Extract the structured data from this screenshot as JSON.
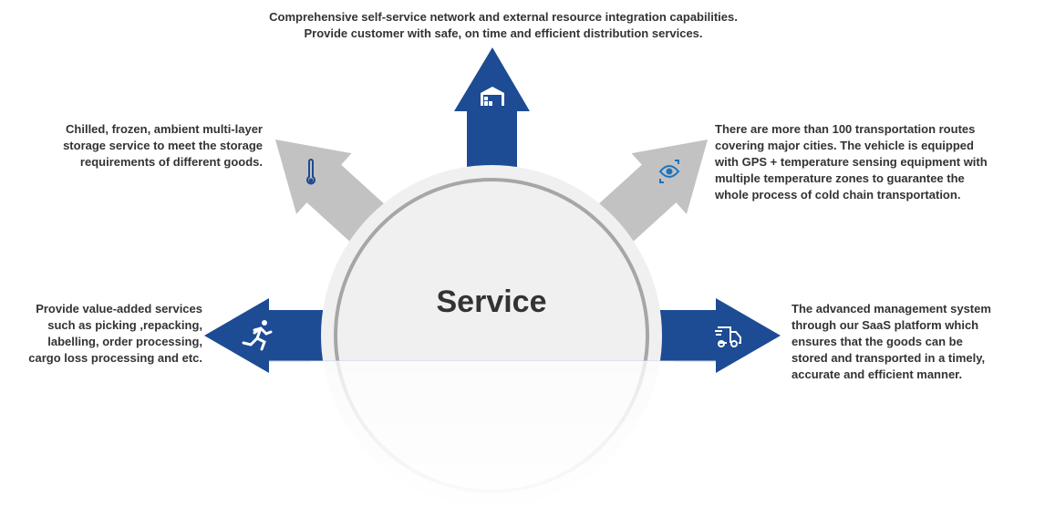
{
  "center_label": "Service",
  "colors": {
    "primary_blue": "#1d4b94",
    "gray_arrow": "#c3c2c3",
    "circle_fill": "#f0f0f0",
    "ring": "#a6a6a6",
    "text": "#333333"
  },
  "items": [
    {
      "position": "top",
      "icon": "warehouse-icon",
      "text": "Comprehensive self-service network and external resource integration capabilities.\nProvide customer with safe, on time and efficient distribution services."
    },
    {
      "position": "upper-left",
      "icon": "thermometer-icon",
      "text": "Chilled, frozen, ambient multi-layer\nstorage service to meet the storage\nrequirements of different goods."
    },
    {
      "position": "upper-right",
      "icon": "eye-scan-icon",
      "text": "There are more than 100 transportation routes\ncovering major cities. The vehicle is equipped\nwith GPS + temperature sensing equipment with\nmultiple temperature zones to guarantee the\nwhole process of cold chain transportation."
    },
    {
      "position": "left",
      "icon": "running-person-icon",
      "text": "Provide value-added services\nsuch as picking ,repacking,\nlabelling, order processing,\ncargo loss processing and  etc."
    },
    {
      "position": "right",
      "icon": "delivery-truck-icon",
      "text": "The advanced management system\nthrough our SaaS platform which\nensures that the goods can be\nstored and transported in a timely,\naccurate and efficient manner."
    }
  ]
}
